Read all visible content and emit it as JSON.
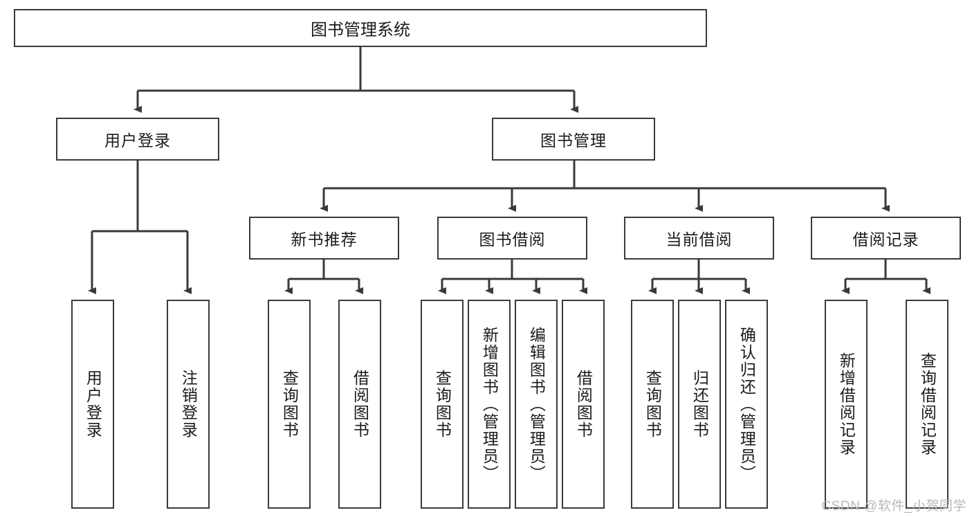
{
  "diagram": {
    "title": "图书管理系统",
    "type": "tree-hierarchy-chart",
    "root": {
      "label": "图书管理系统"
    },
    "level2": [
      {
        "label": "用户登录"
      },
      {
        "label": "图书管理"
      }
    ],
    "level3": [
      {
        "label": "新书推荐"
      },
      {
        "label": "图书借阅"
      },
      {
        "label": "当前借阅"
      },
      {
        "label": "借阅记录"
      }
    ],
    "leaves": {
      "user_login": [
        {
          "label": "用户登录"
        },
        {
          "label": "注销登录"
        }
      ],
      "new_book_recommend": [
        {
          "label": "查询图书"
        },
        {
          "label": "借阅图书"
        }
      ],
      "book_borrow": [
        {
          "label": "查询图书"
        },
        {
          "label": "新增图书（管理员）"
        },
        {
          "label": "编辑图书（管理员）"
        },
        {
          "label": "借阅图书"
        }
      ],
      "current_borrow": [
        {
          "label": "查询图书"
        },
        {
          "label": "归还图书"
        },
        {
          "label": "确认归还（管理员）"
        }
      ],
      "borrow_record": [
        {
          "label": "新增借阅记录"
        },
        {
          "label": "查询借阅记录"
        }
      ]
    }
  },
  "watermark": {
    "text": "CSDN @软件_小贺同学"
  },
  "colors": {
    "border": "#3a3a3a",
    "text": "#1b1b1b",
    "background": "#ffffff",
    "connector": "#3a3a3a",
    "watermark": "#b9b9b9"
  }
}
